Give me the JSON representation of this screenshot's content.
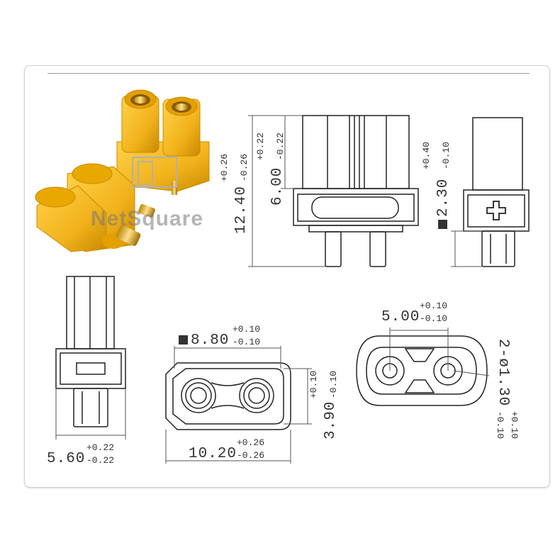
{
  "watermark": "NetSquare",
  "dims": {
    "height_total": {
      "value": "12.40",
      "tol_plus": "+0.26",
      "tol_minus": "-0.26"
    },
    "height_body": {
      "value": "6.00",
      "tol_plus": "+0.22",
      "tol_minus": "-0.22"
    },
    "side_flange": {
      "value": "2.30",
      "tol_plus": "+0.40",
      "tol_minus": "-0.10"
    },
    "front_width": {
      "value": "5.60",
      "tol_plus": "+0.22",
      "tol_minus": "-0.22"
    },
    "top_inner": {
      "value": "8.80",
      "tol_plus": "+0.10",
      "tol_minus": "-0.10"
    },
    "top_outer": {
      "value": "10.20",
      "tol_plus": "+0.26",
      "tol_minus": "-0.26"
    },
    "top_depth": {
      "value": "3.90",
      "tol_plus": "+0.10",
      "tol_minus": "-0.10"
    },
    "pin_pitch": {
      "value": "5.00",
      "tol_plus": "+0.10",
      "tol_minus": "-0.10"
    },
    "hole_dia": {
      "value": "2-ø1.30",
      "tol_plus": "+0.10",
      "tol_minus": "-0.10"
    }
  },
  "colors": {
    "connector": "#f2b31c",
    "line": "#222222",
    "dim_line": "#555555"
  }
}
